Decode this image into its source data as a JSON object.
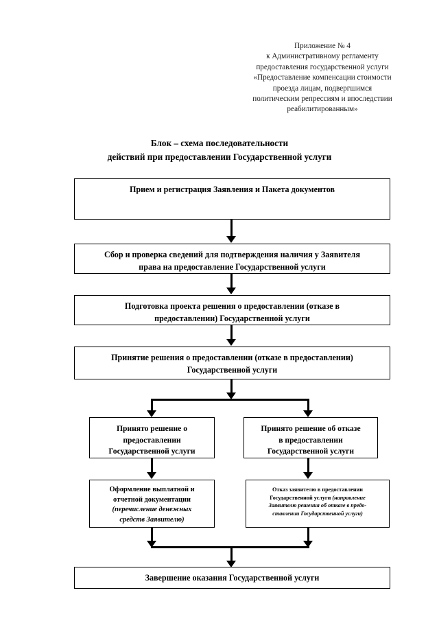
{
  "appendix": {
    "lines": [
      "Приложение № 4",
      "к Административному регламенту",
      "предоставления государственной услуги",
      "«Предоставление компенсации стоимости",
      "проезда лицам, подвергшимся",
      "политическим репрессиям и впоследствии",
      "реабилитированным»"
    ]
  },
  "title": {
    "line1": "Блок – схема последовательности",
    "line2": "действий при предоставлении Государственной услуги"
  },
  "flowchart": {
    "box1": {
      "line1": "Прием и регистрация Заявления и Пакета документов"
    },
    "box2": {
      "line1": "Сбор и проверка сведений для подтверждения наличия у Заявителя",
      "line2": "права  на предоставление Государственной услуги"
    },
    "box3": {
      "line1": "Подготовка проекта решения о предоставлении (отказе в",
      "line2": "предоставлении) Государственной услуги"
    },
    "box4": {
      "line1": "Принятие решения о предоставлении (отказе в предоставлении)",
      "line2": "Государственной услуги"
    },
    "box5_left": {
      "line1": "Принято решение о",
      "line2": "предоставлении",
      "line3": "Государственной услуги"
    },
    "box5_right": {
      "line1": "Принято решение об отказе",
      "line2": "в  предоставлении",
      "line3": "Государственной услуги"
    },
    "box6_left": {
      "line1": "Оформление выплатной и",
      "line2": "отчетной документации",
      "line3": "(перечисление денежных",
      "line4": "средств Заявителю)"
    },
    "box6_right": {
      "line1": "Отказ заявителю в предоставлении",
      "line2_plain": "Государственной услуги ",
      "line2_italic": "(направление",
      "line3": "Заявителю решения об отказе в предо-",
      "line4": "ставлении Государственной услуги)"
    },
    "box7": {
      "line1": "Завершение оказания Государственной услуги"
    }
  },
  "colors": {
    "page_background": "#ffffff",
    "ink": "#000000",
    "border": "#000000"
  }
}
